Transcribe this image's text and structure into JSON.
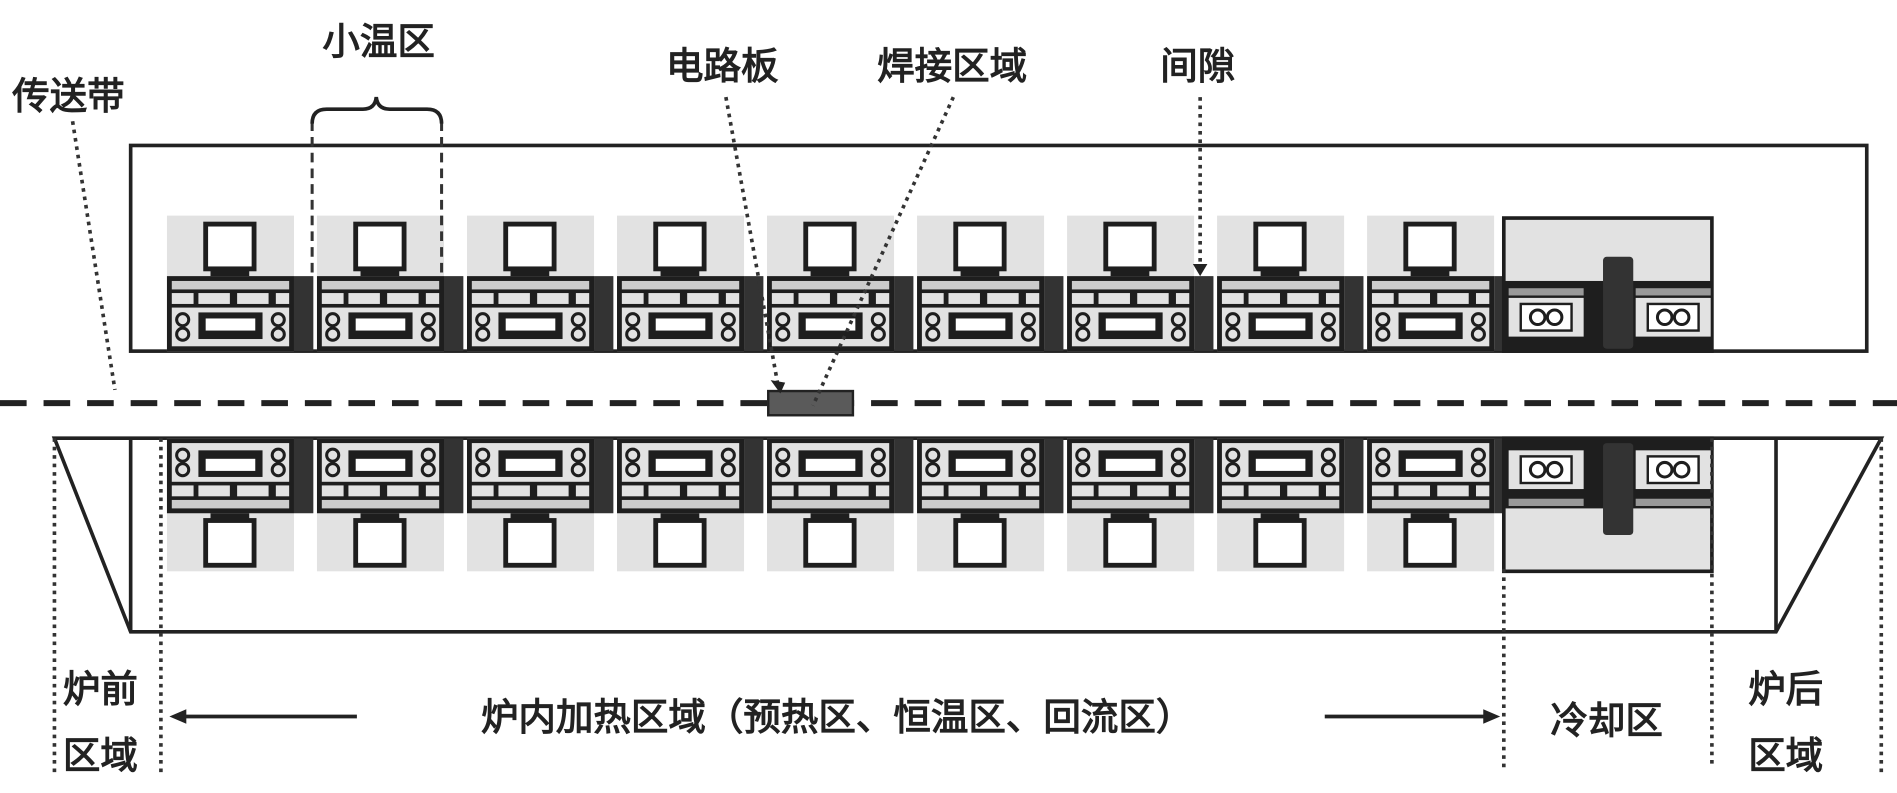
{
  "labels": {
    "conveyor": "传送带",
    "small_zone": "小温区",
    "circuit_board": "电路板",
    "solder_area": "焊接区域",
    "gap": "间隙",
    "front_line1": "炉前",
    "front_line2": "区域",
    "heating": "炉内加热区域（预热区、恒温区、回流区）",
    "cooling": "冷却区",
    "rear_line1": "炉后",
    "rear_line2": "区域"
  },
  "small_zone_count": 9,
  "colors": {
    "dark": "#1e1e1e",
    "gray": "#e2e2e2",
    "board": "#5a5a5a"
  }
}
